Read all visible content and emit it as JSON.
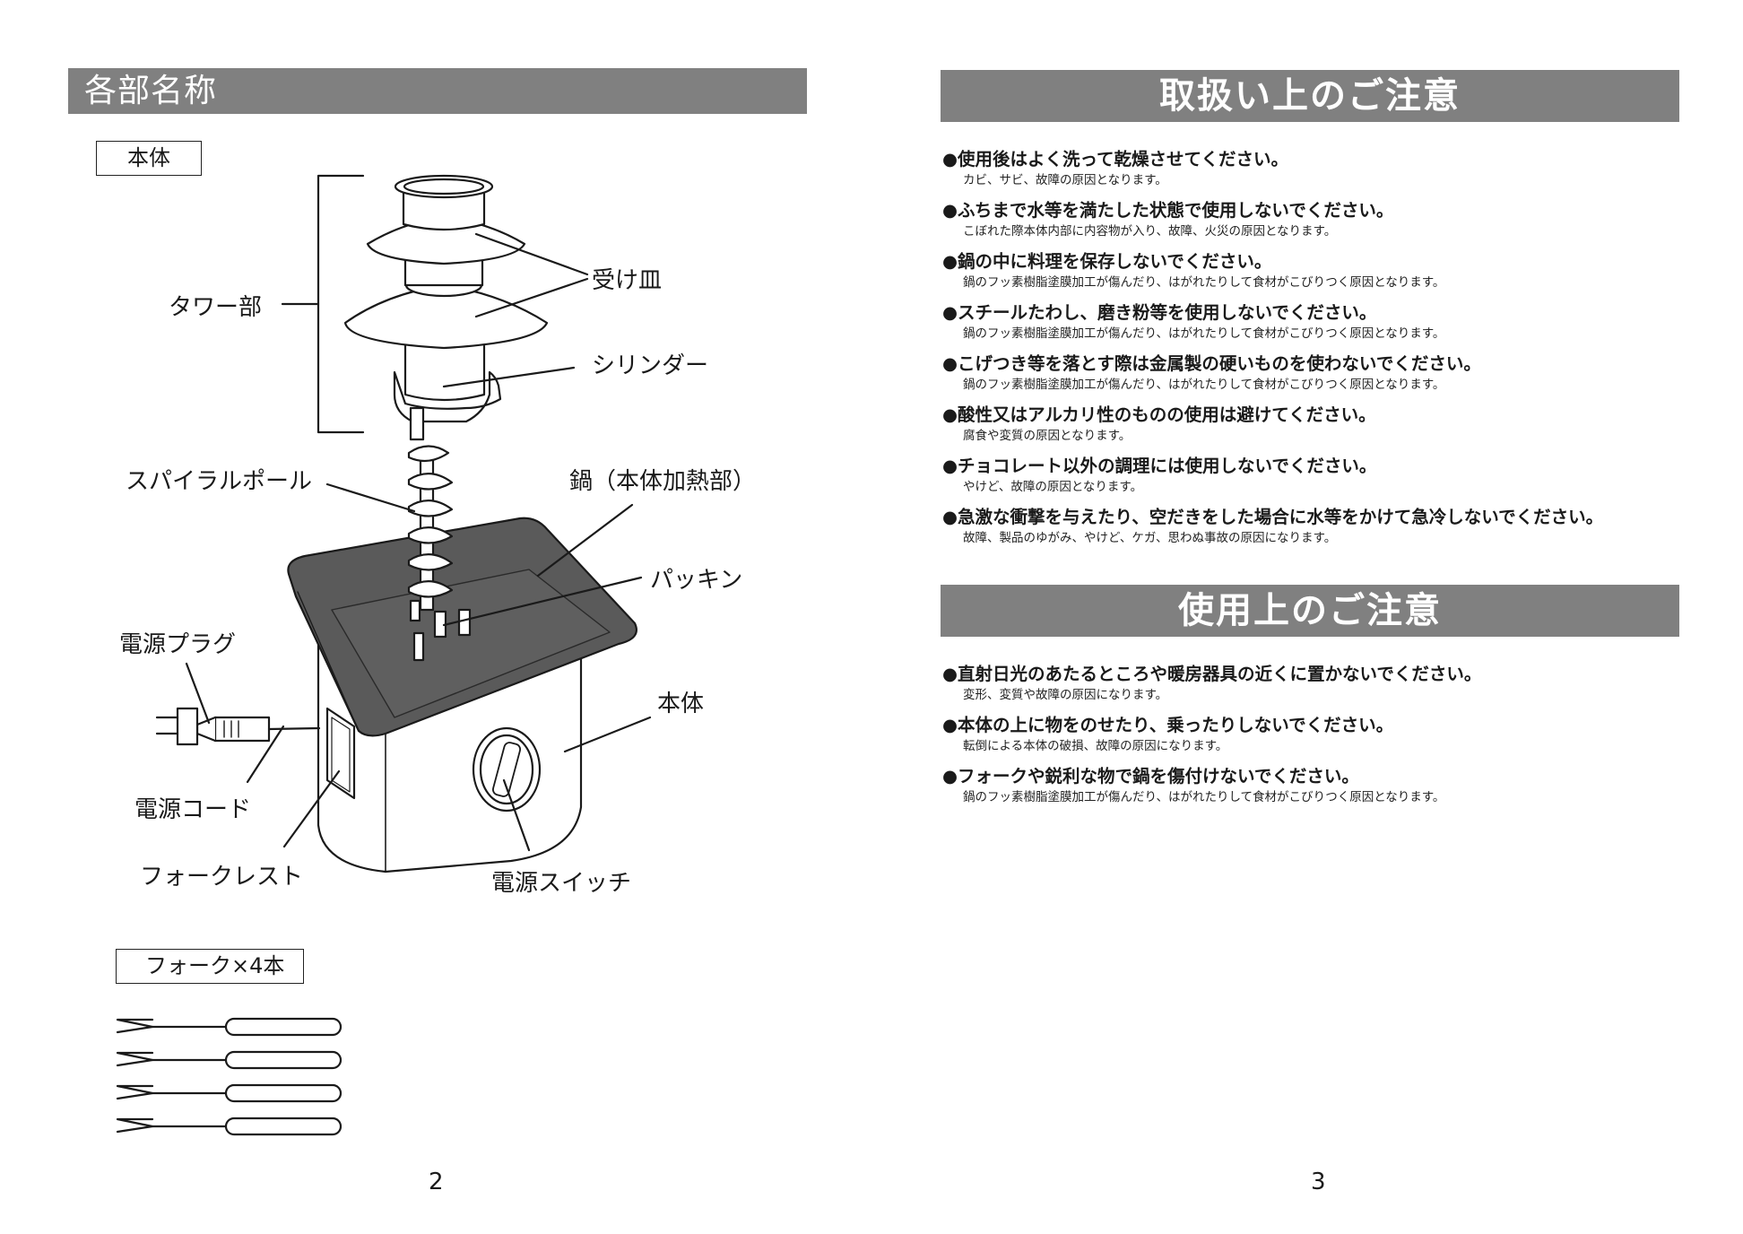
{
  "left_page": {
    "section_title": "各部名称",
    "body_box_label": "本体",
    "labels": {
      "tower": "タワー部",
      "tray": "受け皿",
      "cylinder": "シリンダー",
      "spiral_pole": "スパイラルポール",
      "pot": "鍋（本体加熱部）",
      "packing": "パッキン",
      "power_plug": "電源プラグ",
      "body": "本体",
      "power_cord": "電源コード",
      "fork_rest": "フォークレスト",
      "power_switch": "電源スイッチ"
    },
    "fork_box_label": "フォーク×4本",
    "page_number": "2"
  },
  "right_page": {
    "handling_title": "取扱い上のご注意",
    "handling_notes": [
      {
        "main": "●使用後はよく洗って乾燥させてください。",
        "sub": "カビ、サビ、故障の原因となります。"
      },
      {
        "main": "●ふちまで水等を満たした状態で使用しないでください。",
        "sub": "こぼれた際本体内部に内容物が入り、故障、火災の原因となります。"
      },
      {
        "main": "●鍋の中に料理を保存しないでください。",
        "sub": "鍋のフッ素樹脂塗膜加工が傷んだり、はがれたりして食材がこびりつく原因となります。"
      },
      {
        "main": "●スチールたわし、磨き粉等を使用しないでください。",
        "sub": "鍋のフッ素樹脂塗膜加工が傷んだり、はがれたりして食材がこびりつく原因となります。"
      },
      {
        "main": "●こげつき等を落とす際は金属製の硬いものを使わないでください。",
        "sub": "鍋のフッ素樹脂塗膜加工が傷んだり、はがれたりして食材がこびりつく原因となります。"
      },
      {
        "main": "●酸性又はアルカリ性のものの使用は避けてください。",
        "sub": "腐食や変質の原因となります。"
      },
      {
        "main": "●チョコレート以外の調理には使用しないでください。",
        "sub": "やけど、故障の原因となります。"
      },
      {
        "main": "●急激な衝撃を与えたり、空だきをした場合に水等をかけて急冷しないでください。",
        "sub": "故障、製品のゆがみ、やけど、ケガ、思わぬ事故の原因になります。"
      }
    ],
    "usage_title": "使用上のご注意",
    "usage_notes": [
      {
        "main": "●直射日光のあたるところや暖房器具の近くに置かないでください。",
        "sub": "変形、変質や故障の原因になります。"
      },
      {
        "main": "●本体の上に物をのせたり、乗ったりしないでください。",
        "sub": "転倒による本体の破損、故障の原因になります。"
      },
      {
        "main": "●フォークや鋭利な物で鍋を傷付けないでください。",
        "sub": "鍋のフッ素樹脂塗膜加工が傷んだり、はがれたりして食材がこびりつく原因となります。"
      }
    ],
    "page_number": "3"
  },
  "colors": {
    "header_bar": "#808080",
    "header_text": "#ffffff",
    "pot_fill": "#5a5a5a"
  }
}
